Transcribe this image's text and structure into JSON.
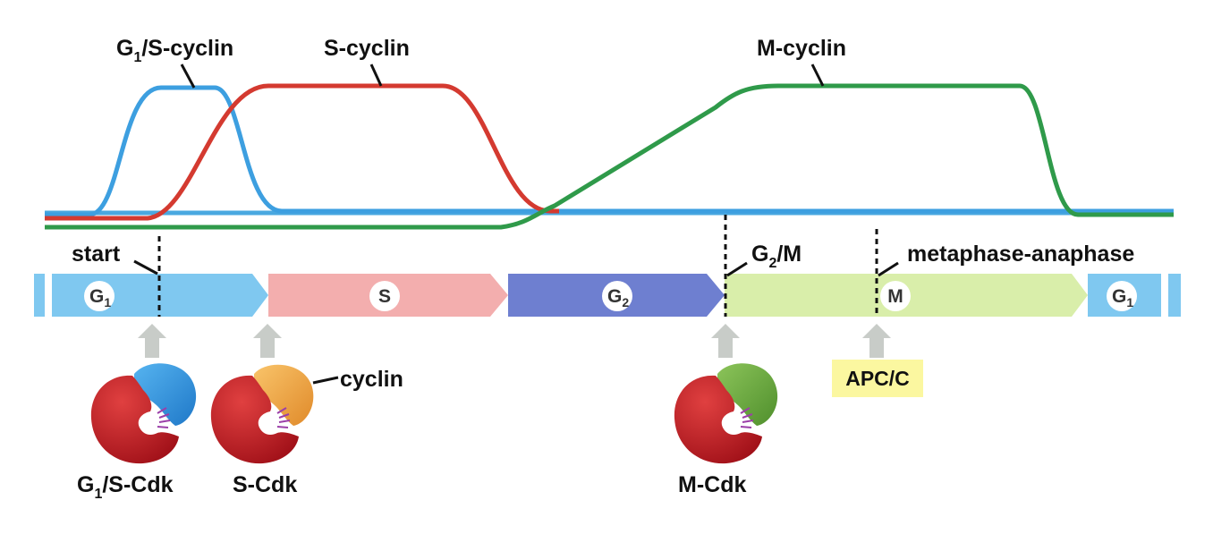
{
  "curves": {
    "g1s": {
      "base": "G",
      "sub": "1",
      "rest": "/S-cyclin"
    },
    "s": {
      "label": "S-cyclin"
    },
    "m": {
      "label": "M-cyclin"
    }
  },
  "checkpoints": {
    "start": "start",
    "g2m": {
      "base": "G",
      "sub": "2",
      "rest": "/M"
    },
    "metaphase": "metaphase-anaphase"
  },
  "phases": {
    "g1_start": {
      "base": "G",
      "sub": "1"
    },
    "s": "S",
    "g2": {
      "base": "G",
      "sub": "2"
    },
    "m": "M",
    "g1_end": {
      "base": "G",
      "sub": "1"
    }
  },
  "complexes": {
    "g1s_cdk": {
      "base": "G",
      "sub": "1",
      "rest": "/S-Cdk"
    },
    "s_cdk": "S-Cdk",
    "m_cdk": "M-Cdk",
    "cyclin_label": "cyclin",
    "apcc": "APC/C"
  },
  "colors": {
    "g1s_cyclin": "#3d9fe0",
    "s_cyclin": "#d43a30",
    "m_cyclin": "#2f9a4a",
    "baseline": "#4aa8e0",
    "phase_g1": "#7fc8f0",
    "phase_s": "#f3aeae",
    "phase_g2": "#6e7fd0",
    "phase_m": "#d9eeaa",
    "cdk": "#c4212a",
    "apcc_box": "#fbf7a0",
    "arrow_grey": "#c8ccc8"
  }
}
